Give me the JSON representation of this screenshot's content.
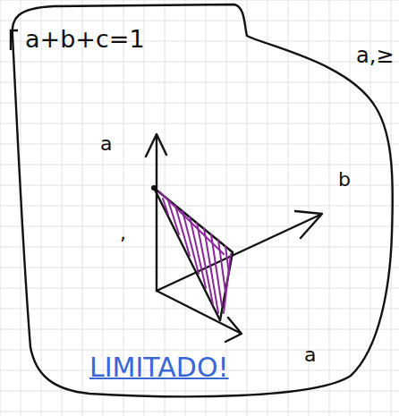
{
  "diagram": {
    "nodes": [
      {
        "text": [
          "a+b+c=1",
          "a",
          "b",
          "a",
          "LIMITADO!"
        ]
      }
    ],
    "labels": [
      "a,≥",
      ","
    ]
  }
}
